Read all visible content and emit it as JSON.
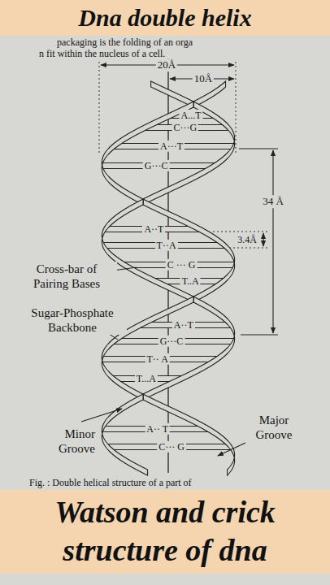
{
  "diagram": {
    "title": "Dna double helix",
    "caption": "Watson and crick structure of dna",
    "labels": [
      "packaging is the folding of an orga",
      "n fit within the nucleus of a cell.",
      "20Å",
      "10Å",
      "A...T",
      "C···G",
      "34 Å",
      "A···T",
      "G···C",
      "3.4Å",
      "A··T",
      "T··A",
      "Cross-bar of Pairing Bases",
      "C ··· G",
      "T..A",
      "Sugar-Phosphate Backbone",
      "A··T",
      "G···C",
      "T·· A",
      "T...A",
      "Minor Groove",
      "A·· T",
      "Major Groove",
      "C··· G",
      "Fig. : Double helical structure of a part of"
    ]
  }
}
